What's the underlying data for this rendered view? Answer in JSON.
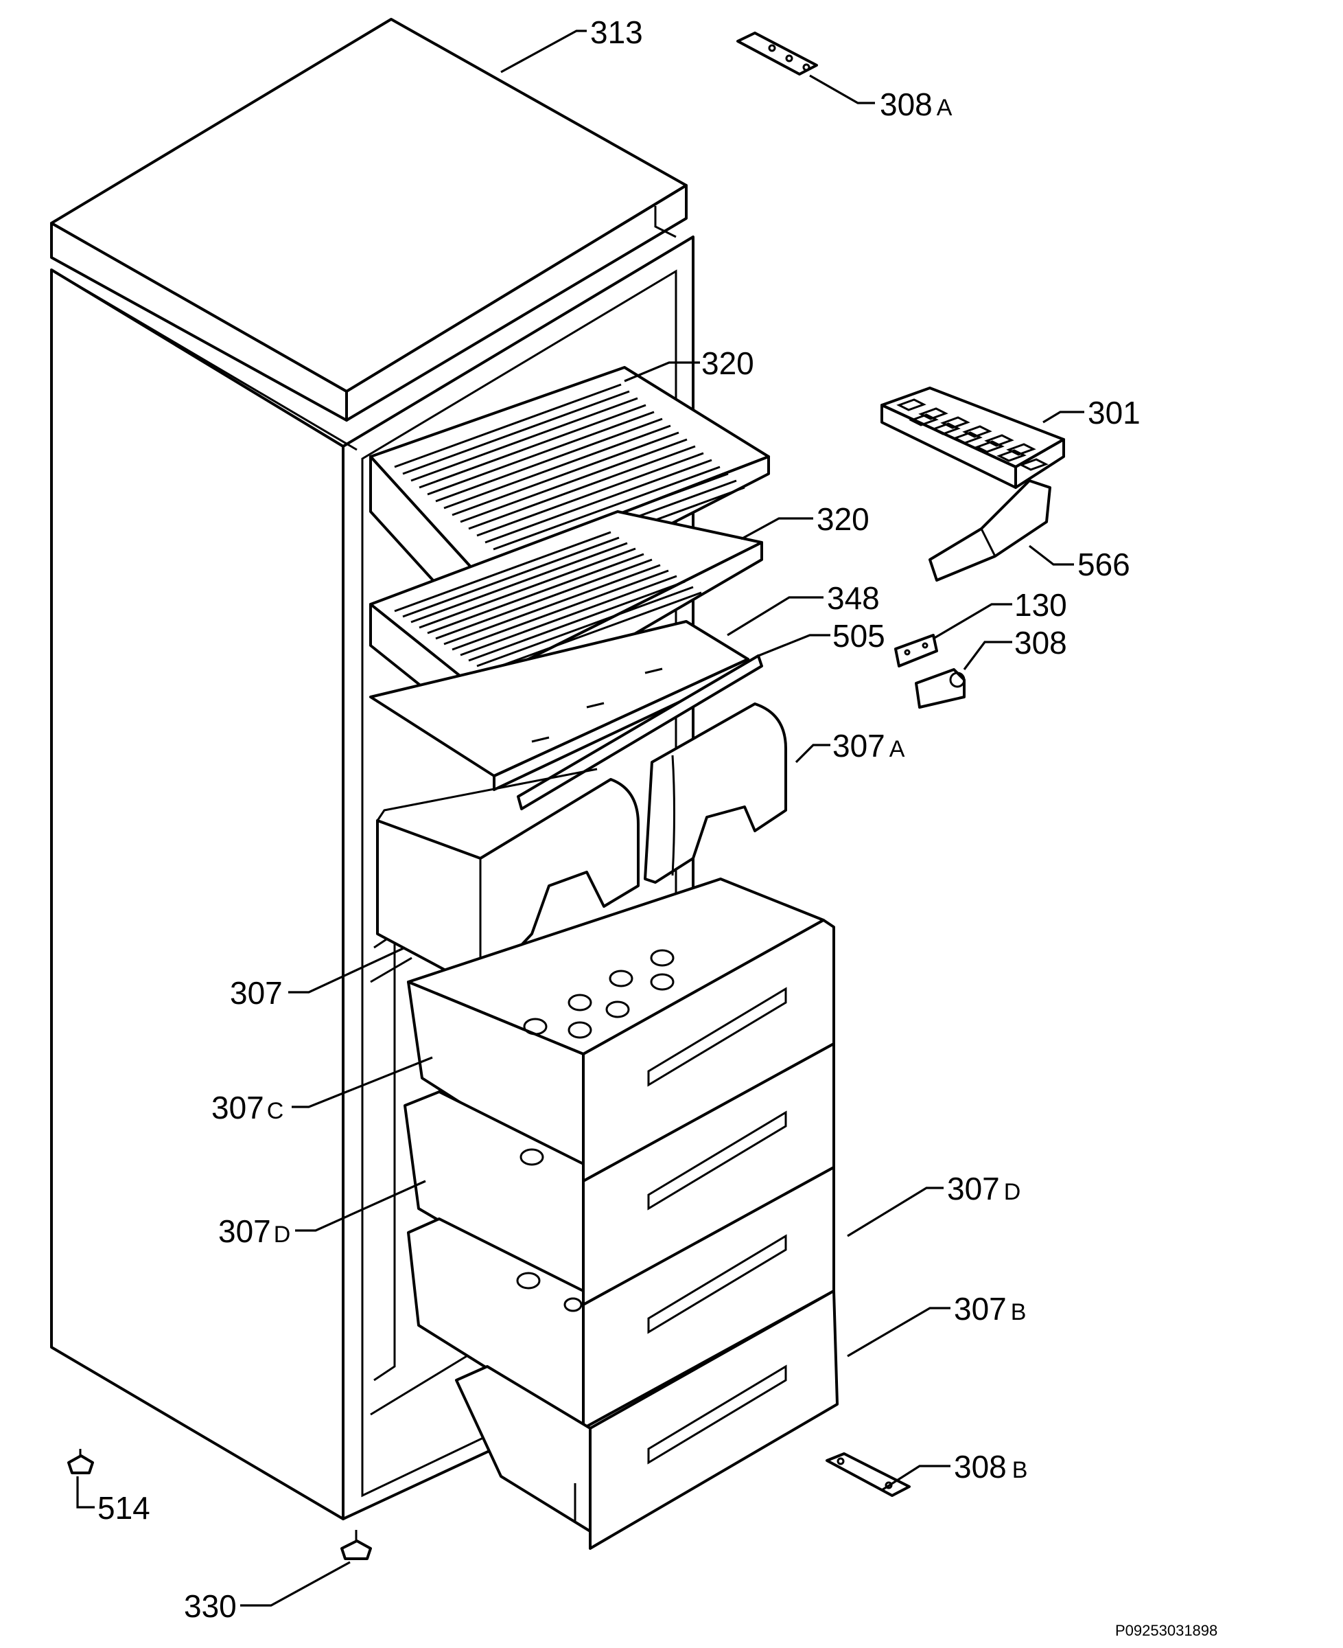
{
  "diagram": {
    "callouts": [
      {
        "id": "c313",
        "num": "313",
        "suffix": ""
      },
      {
        "id": "c308a",
        "num": "308",
        "suffix": "A"
      },
      {
        "id": "c320a",
        "num": "320",
        "suffix": ""
      },
      {
        "id": "c301",
        "num": "301",
        "suffix": ""
      },
      {
        "id": "c320b",
        "num": "320",
        "suffix": ""
      },
      {
        "id": "c566",
        "num": "566",
        "suffix": ""
      },
      {
        "id": "c348",
        "num": "348",
        "suffix": ""
      },
      {
        "id": "c130",
        "num": "130",
        "suffix": ""
      },
      {
        "id": "c505",
        "num": "505",
        "suffix": ""
      },
      {
        "id": "c308",
        "num": "308",
        "suffix": ""
      },
      {
        "id": "c307a",
        "num": "307",
        "suffix": "A"
      },
      {
        "id": "c307",
        "num": "307",
        "suffix": ""
      },
      {
        "id": "c307c",
        "num": "307",
        "suffix": "C"
      },
      {
        "id": "c307d1",
        "num": "307",
        "suffix": "D"
      },
      {
        "id": "c307d2",
        "num": "307",
        "suffix": "D"
      },
      {
        "id": "c307b",
        "num": "307",
        "suffix": "B"
      },
      {
        "id": "c308b",
        "num": "308",
        "suffix": "B"
      },
      {
        "id": "c514",
        "num": "514",
        "suffix": ""
      },
      {
        "id": "c330",
        "num": "330",
        "suffix": ""
      }
    ],
    "document_id": "P09253031898"
  }
}
